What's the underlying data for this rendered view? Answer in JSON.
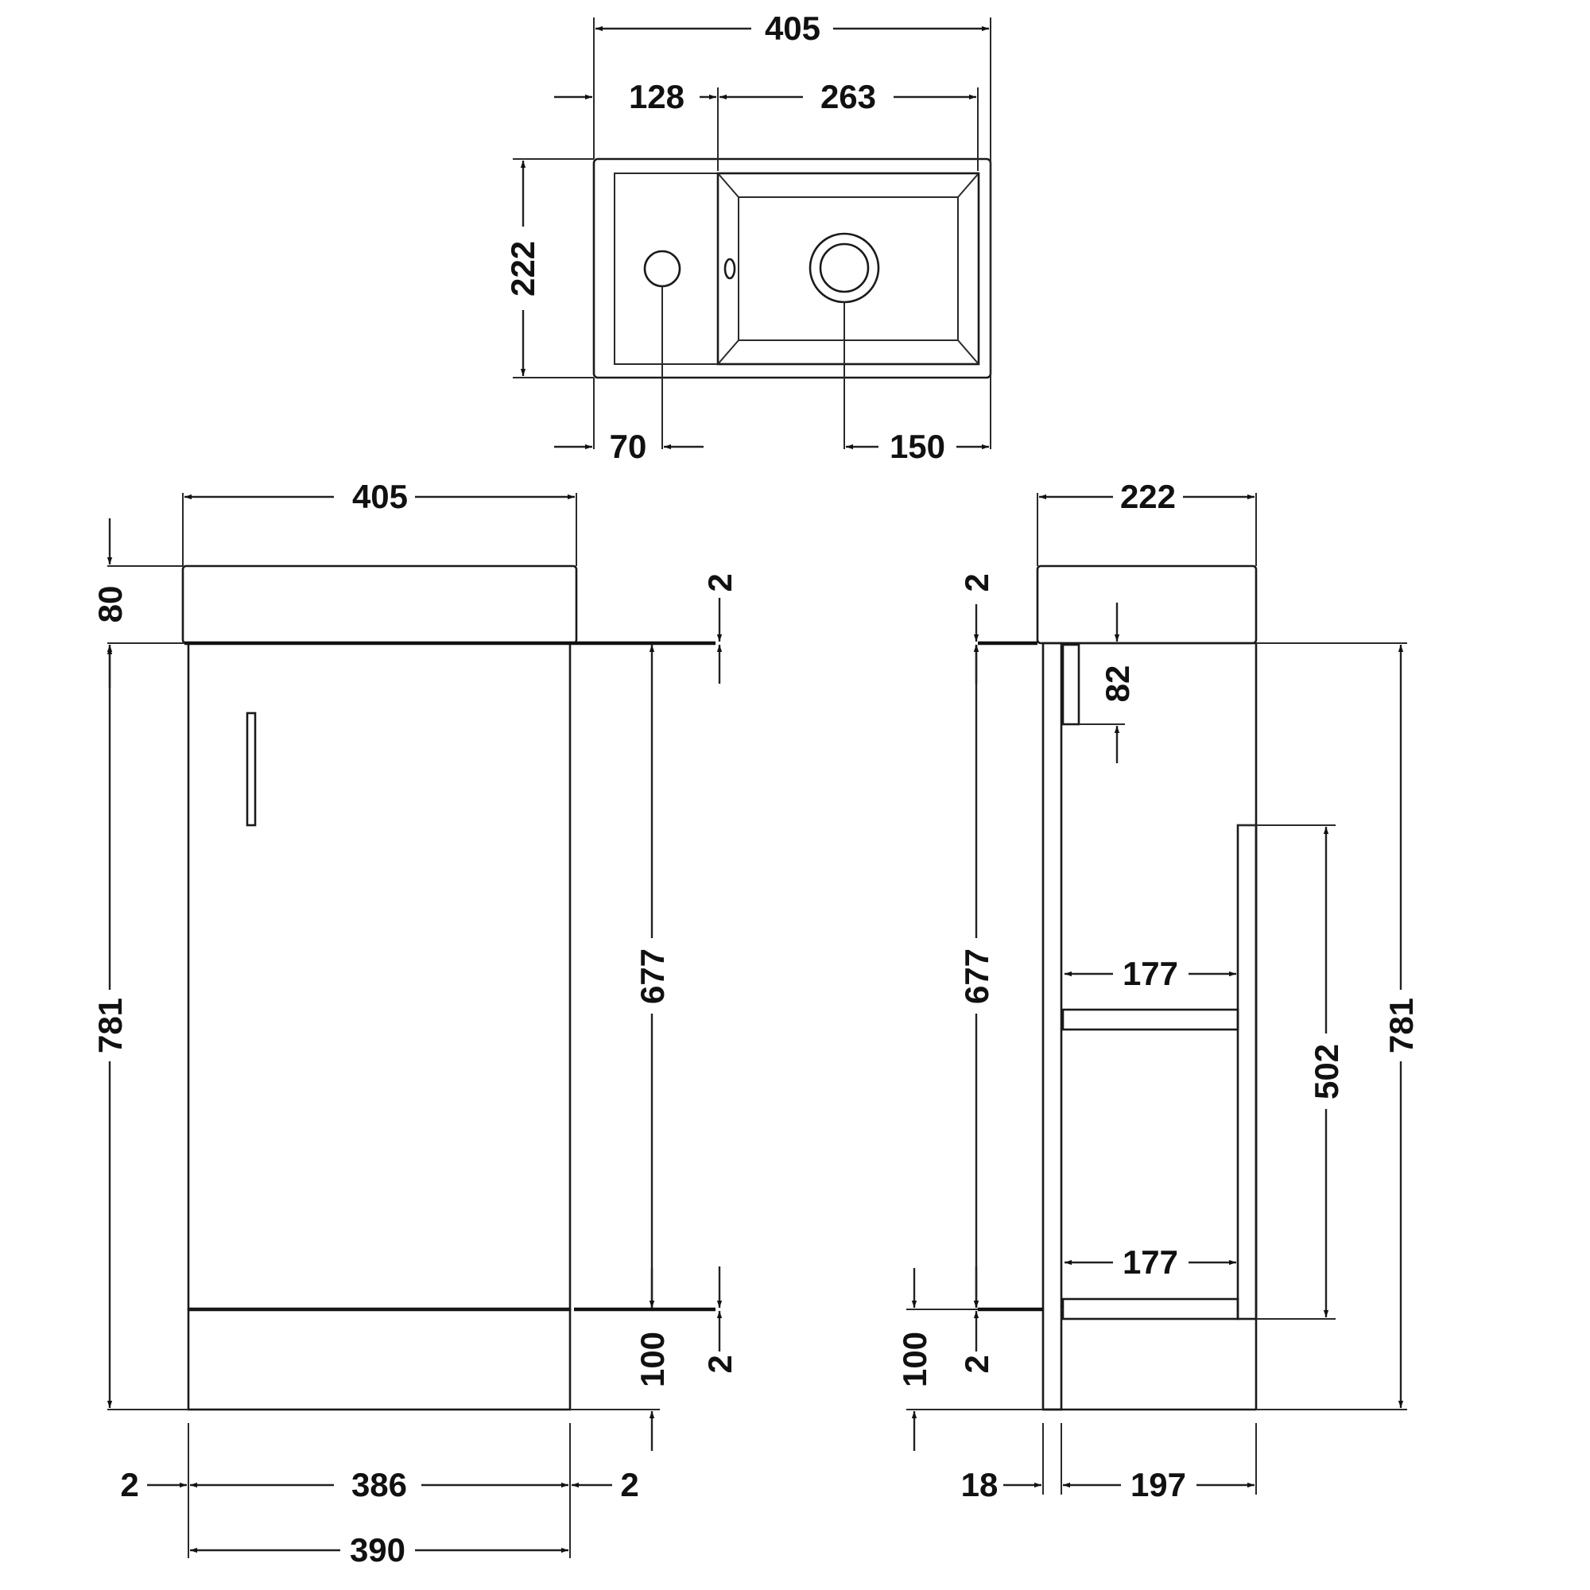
{
  "colors": {
    "line": "#1a1a1a",
    "background": "#ffffff"
  },
  "basin_top_view": {
    "overall_width": "405",
    "tap_deck_width": "128",
    "bowl_width": "263",
    "depth": "222",
    "tap_hole_offset": "70",
    "waste_offset": "150"
  },
  "front_view": {
    "overall_width": "405",
    "basin_height": "80",
    "total_height": "781",
    "door_height": "677",
    "door_gap_top": "2",
    "door_gap_bottom": "2",
    "plinth_height": "100",
    "door_width": "386",
    "side_gap_left": "2",
    "side_gap_right": "2",
    "carcass_width": "390"
  },
  "side_view": {
    "overall_depth": "222",
    "door_gap_top": "2",
    "handle_height": "82",
    "door_height": "677",
    "upper_shelf_depth": "177",
    "lower_shelf_depth": "177",
    "back_panel_height": "502",
    "total_height": "781",
    "plinth_height": "100",
    "door_gap_bottom": "2",
    "door_thickness": "18",
    "carcass_depth": "197"
  }
}
